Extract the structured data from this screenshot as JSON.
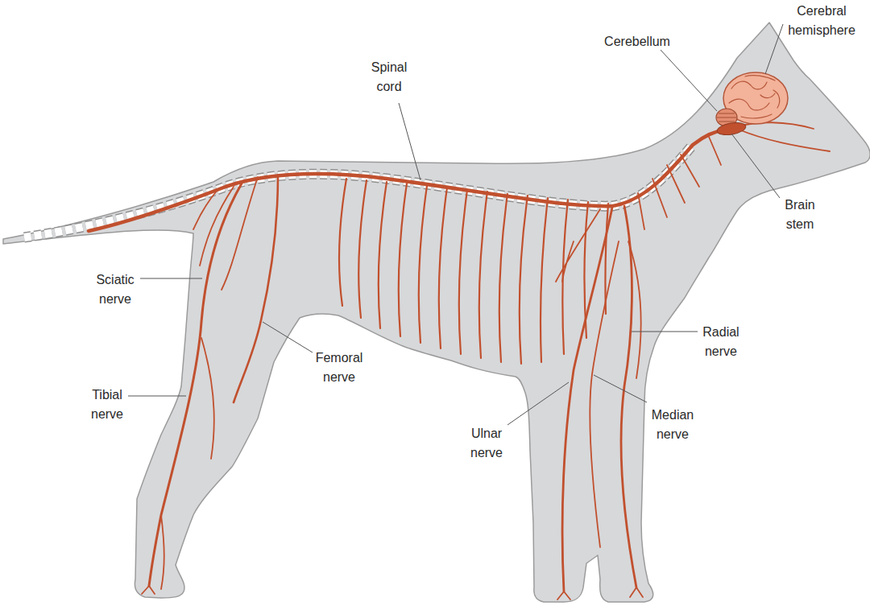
{
  "diagram": {
    "labels": [
      "Cerebral hemisphere",
      "Cerebellum",
      "Spinal cord",
      "Brain stem",
      "Sciatic nerve",
      "Femoral nerve",
      "Tibial nerve",
      "Ulnar nerve",
      "Radial nerve",
      "Median nerve"
    ]
  }
}
